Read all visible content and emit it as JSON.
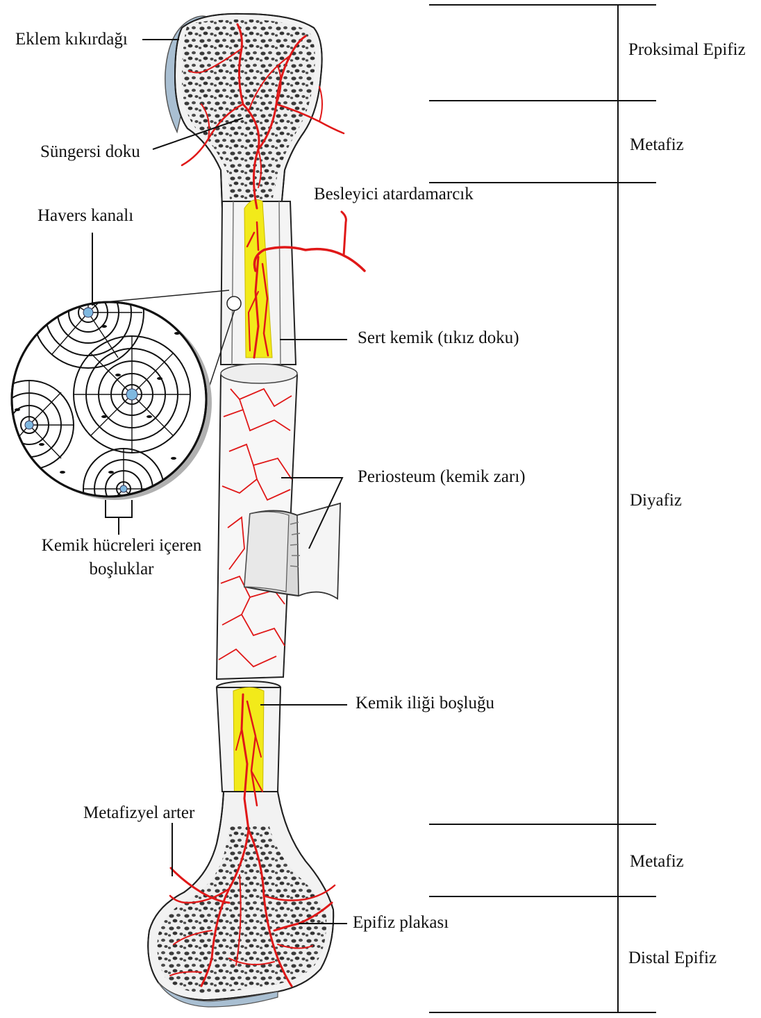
{
  "diagram": {
    "labels": {
      "articular_cartilage": "Eklem kıkırdağı",
      "spongy_bone": "Süngersi doku",
      "haversian_canal": "Havers kanalı",
      "bone_cell_lacunae_line1": "Kemik hücreleri içeren",
      "bone_cell_lacunae_line2": "boşluklar",
      "nutrient_artery": "Besleyici atardamarcık",
      "compact_bone": "Sert kemik (tıkız doku)",
      "periosteum": "Periosteum (kemik zarı)",
      "marrow_cavity": "Kemik iliği boşluğu",
      "metaphyseal_artery": "Metafizyel arter",
      "epiphyseal_plate": "Epifiz plakası"
    },
    "regions": [
      "Proksimal Epifiz",
      "Metafiz",
      "Diyafiz",
      "Metafiz",
      "Distal Epifiz"
    ],
    "colors": {
      "marrow": "#f2ea1a",
      "vessel": "#e01818",
      "cartilage": "#a9bfd2",
      "bone": "#f2f2f2",
      "periosteum": "#dcdcdc",
      "line": "#111111"
    }
  }
}
